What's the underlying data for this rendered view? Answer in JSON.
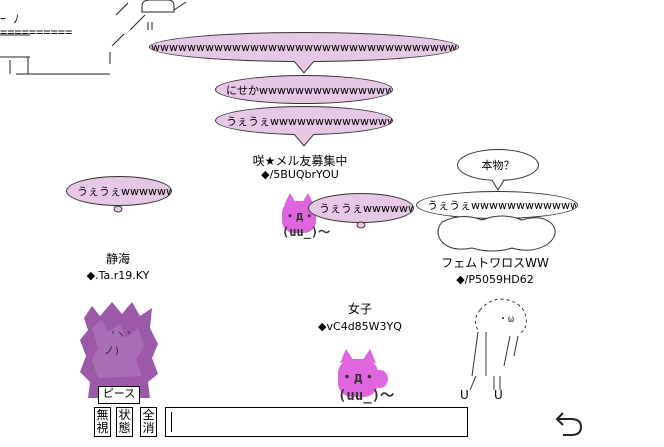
{
  "top_aa": {
    "line1": "ｰ ﾉ",
    "line2": "==========",
    "line3": "l ‖"
  },
  "bubbles": {
    "top_wide": "wwwwwwwwwwwwwwwwwwwwwwwwwwwwwwwwwwwwwwwwwwww",
    "nisega": "にせかwwwwwwwwwwwwwwwwwwwwww",
    "uee1": "うぇうぇwwwwwwwwwwwwwwwwww",
    "left_uee": "うぇうぇwwwwwwww",
    "mid_uee": "うぇうぇwwwwwwww",
    "honmono": "本物？",
    "right_uee": "うぇうぇwwwwwwwwwwwwwwwwwwwwww"
  },
  "users": {
    "saki": {
      "name": "咲★メル友募集中",
      "trip": "◆/5BUQbrYOU"
    },
    "shizuka": {
      "name": "静海",
      "trip": "◆.Ta.r19.KY"
    },
    "femto": {
      "name": "フェムトワロスWW",
      "trip": "◆/P5059HD62"
    },
    "joshi": {
      "name": "女子",
      "trip": "◆vC4d85W3YQ"
    }
  },
  "avatars": {
    "cat_face": "・д・",
    "cat_feet": "(uu_)～",
    "piece_label": "ピース",
    "feet_u": "U",
    "feet_u2": "U"
  },
  "toolbar": {
    "ignore_label": "無視",
    "status_label": "状態",
    "all_clear_label": "全消",
    "chat_value": "",
    "back_icon": "undo-arrow-icon"
  },
  "colors": {
    "bubble_fill": "#e6c8e6",
    "cat_pink": "#e066e0",
    "creature_purple": "#9b59a8",
    "creature_light": "#b07ec0"
  }
}
